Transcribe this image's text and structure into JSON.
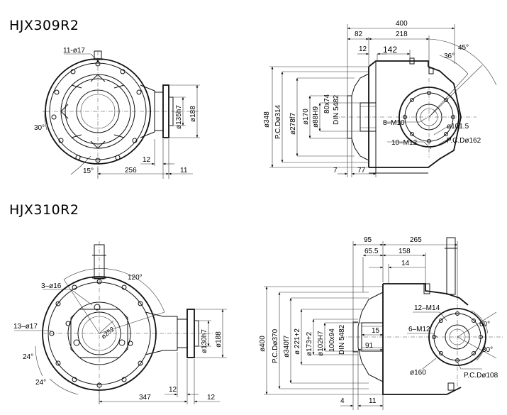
{
  "drawings": [
    {
      "model": "HJX309R2",
      "front_view": {
        "labels": {
          "holes": "11-ø17",
          "angle_30": "30°",
          "angle_15": "15°",
          "d_flange": "ø135h7",
          "d_shaft": "ø188",
          "gap": "12",
          "length": "256",
          "thick": "11"
        }
      },
      "side_view": {
        "labels": {
          "overall": "400",
          "d82": "82",
          "d218": "218",
          "d12": "12",
          "d142": "142",
          "a36": "36°",
          "a45": "45°",
          "d348": "ø348",
          "pcd314": "P.C.Dø314",
          "d278": "ø278f7",
          "d170": "ø170",
          "d88": "ø88H9",
          "spline": "80x74",
          "din": "DIN 5482",
          "m10": "8–M10",
          "m12": "10–M12",
          "d101": "ø101.5",
          "pcd162": "P.C.Dø162",
          "d7": "7",
          "d77": "77"
        }
      }
    },
    {
      "model": "HJX310R2",
      "front_view": {
        "labels": {
          "holes_a": "3–ø16",
          "holes_b": "13–ø17",
          "angle_120": "120°",
          "angle_24a": "24°",
          "angle_24b": "24°",
          "d_bore": "ø252",
          "d_flange": "ø130h7",
          "d_shaft": "ø188",
          "gap": "12",
          "length": "347",
          "thick": "12"
        }
      },
      "side_view": {
        "labels": {
          "d95": "95",
          "d265": "265",
          "d655": "65.5",
          "d158": "158",
          "d14": "14",
          "d400": "ø400",
          "pcd370": "P.C.Dø370",
          "d340": "ø340f7",
          "d221": "ø 221+2",
          "d173": "ø173+2",
          "d102": "ø102H7",
          "spline": "100x94",
          "din": "DIN 5482",
          "d15": "15",
          "d91": "91",
          "m14": "12–M14",
          "m12": "6–M12",
          "a60": "60°",
          "a30": "30°",
          "d160": "ø160",
          "pcd108": "P.C.Dø108",
          "d4": "4",
          "d11": "11"
        }
      }
    }
  ]
}
